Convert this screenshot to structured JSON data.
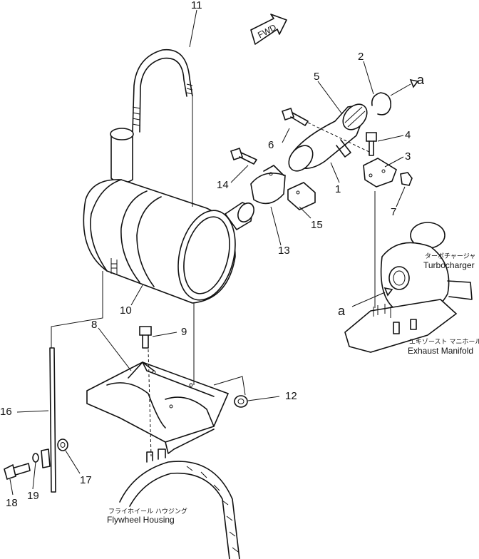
{
  "part_numbers": {
    "p1": "1",
    "p2": "2",
    "p3": "3",
    "p4": "4",
    "p5": "5",
    "p6": "6",
    "p7": "7",
    "p8": "8",
    "p9": "9",
    "p10": "10",
    "p11": "11",
    "p12": "12",
    "p13": "13",
    "p14": "14",
    "p15": "15",
    "p16": "16",
    "p17": "17",
    "p18": "18",
    "p19": "19"
  },
  "arrows": {
    "a_top": "a",
    "a_turbo": "a"
  },
  "fwd_label": "FWD",
  "labels": {
    "turbocharger_jp": "ターボチャージャ",
    "turbocharger_en": "Turbocharger",
    "exhaust_manifold_jp": "エキゾースト マニホールド",
    "exhaust_manifold_en": "Exhaust Manifold",
    "flywheel_housing_jp": "フライホイール ハウジング",
    "flywheel_housing_en": "Flywheel Housing"
  }
}
